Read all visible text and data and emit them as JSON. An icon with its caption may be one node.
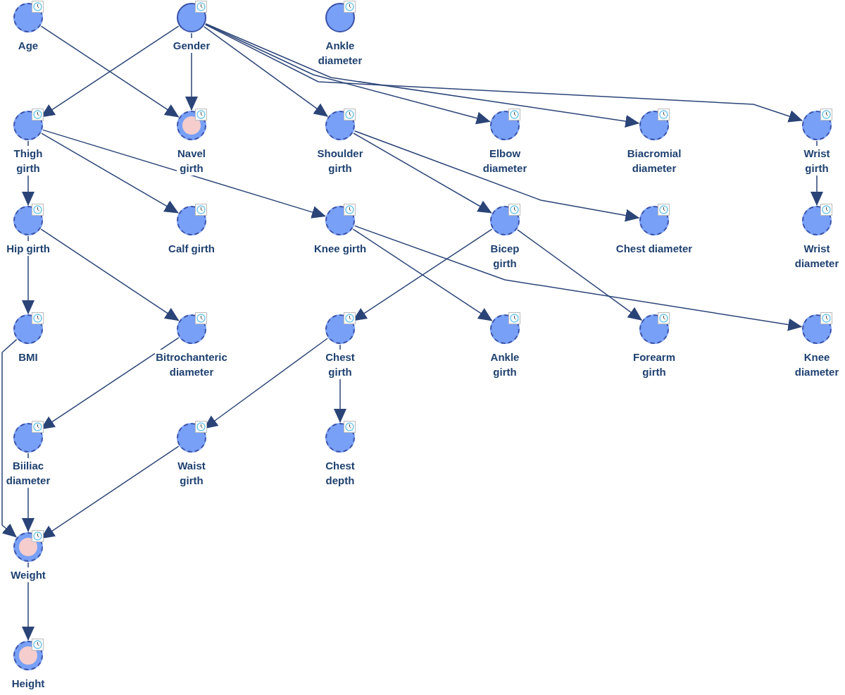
{
  "diagram": {
    "nodes": [
      {
        "text": [
          "Age"
        ]
      },
      {
        "text": [
          "Gender"
        ]
      },
      {
        "text": [
          "Ankle diameter"
        ]
      },
      {
        "text": [
          "Thigh girth"
        ]
      },
      {
        "text": [
          "Navel girth"
        ]
      },
      {
        "text": [
          "Shoulder girth"
        ]
      },
      {
        "text": [
          "Elbow diameter"
        ]
      },
      {
        "text": [
          "Biacromial diameter"
        ]
      },
      {
        "text": [
          "Wrist girth"
        ]
      },
      {
        "text": [
          "Hip girth"
        ]
      },
      {
        "text": [
          "Calf girth"
        ]
      },
      {
        "text": [
          "Knee girth"
        ]
      },
      {
        "text": [
          "Bicep girth"
        ]
      },
      {
        "text": [
          "Chest diameter"
        ]
      },
      {
        "text": [
          "Wrist diameter"
        ]
      },
      {
        "text": [
          "BMI"
        ]
      },
      {
        "text": [
          "Bitrochanteric diameter"
        ]
      },
      {
        "text": [
          "Chest girth"
        ]
      },
      {
        "text": [
          "Ankle girth"
        ]
      },
      {
        "text": [
          "Forearm girth"
        ]
      },
      {
        "text": [
          "Knee diameter"
        ]
      },
      {
        "text": [
          "Biiliac diameter"
        ]
      },
      {
        "text": [
          "Waist girth"
        ]
      },
      {
        "text": [
          "Chest depth"
        ]
      },
      {
        "text": [
          "Weight"
        ]
      },
      {
        "text": [
          "Height"
        ]
      }
    ],
    "edges": [
      {
        "from": 0,
        "to": 4,
        "arrow": "to"
      },
      {
        "from": 1,
        "to": 3,
        "arrow": "to"
      },
      {
        "from": 1,
        "to": 4,
        "arrow": "to"
      },
      {
        "from": 1,
        "to": 5,
        "arrow": "to"
      },
      {
        "from": 1,
        "to": 6,
        "arrow": "to"
      },
      {
        "from": 1,
        "to": 7,
        "arrow": "to"
      },
      {
        "from": 1,
        "to": 8,
        "arrow": "to"
      },
      {
        "from": 3,
        "to": 9,
        "arrow": "to"
      },
      {
        "from": 3,
        "to": 10,
        "arrow": "to"
      },
      {
        "from": 3,
        "to": 11,
        "arrow": "to"
      },
      {
        "from": 5,
        "to": 12,
        "arrow": "to"
      },
      {
        "from": 5,
        "to": 13,
        "arrow": "to"
      },
      {
        "from": 8,
        "to": 14,
        "arrow": "to"
      },
      {
        "from": 9,
        "to": 15,
        "arrow": "to"
      },
      {
        "from": 9,
        "to": 16,
        "arrow": "to"
      },
      {
        "from": 11,
        "to": 18,
        "arrow": "to"
      },
      {
        "from": 11,
        "to": 20,
        "arrow": "to"
      },
      {
        "from": 12,
        "to": 17,
        "arrow": "to"
      },
      {
        "from": 12,
        "to": 19,
        "arrow": "to"
      },
      {
        "from": 15,
        "to": 24,
        "arrow": "to"
      },
      {
        "from": 16,
        "to": 21,
        "arrow": "to"
      },
      {
        "from": 17,
        "to": 22,
        "arrow": "to"
      },
      {
        "from": 17,
        "to": 23,
        "arrow": "to"
      },
      {
        "from": 21,
        "to": 24,
        "arrow": "to"
      },
      {
        "from": 22,
        "to": 24,
        "arrow": "to"
      },
      {
        "from": 24,
        "to": 25,
        "arrow": "to"
      }
    ]
  }
}
